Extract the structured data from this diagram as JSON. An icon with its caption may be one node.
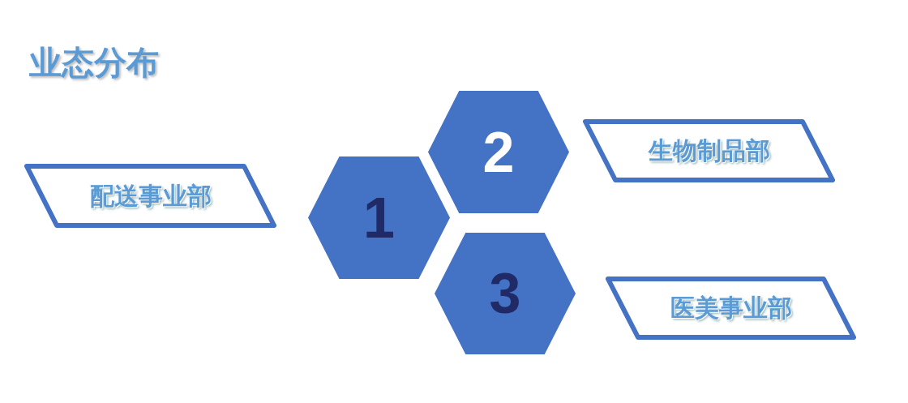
{
  "diagram": {
    "title": "业态分布",
    "nodes": [
      {
        "text": [
          "配送事业部"
        ]
      },
      {
        "text": [
          "1"
        ]
      },
      {
        "text": [
          "2"
        ]
      },
      {
        "text": [
          "生物制品部"
        ]
      },
      {
        "text": [
          "3"
        ]
      },
      {
        "text": [
          "医美事业部"
        ]
      }
    ]
  }
}
